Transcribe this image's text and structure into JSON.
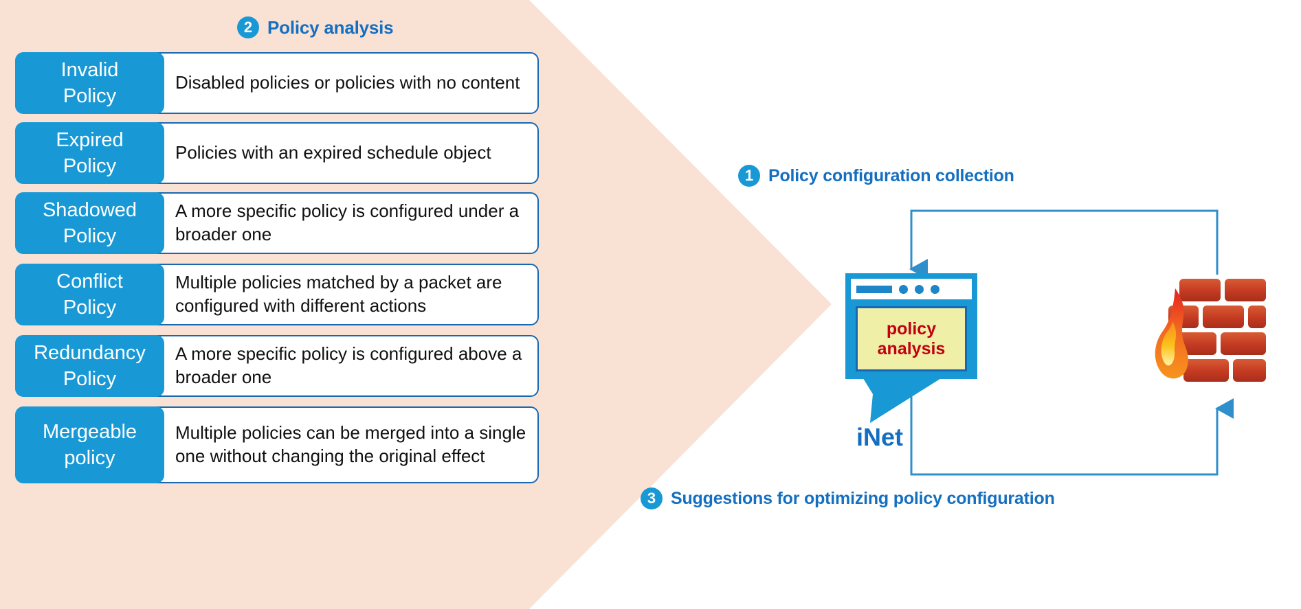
{
  "colors": {
    "background": "#ffffff",
    "peach_arrow": "#F9E1D4",
    "accent_blue": "#1899D6",
    "title_blue": "#146FC0",
    "card_border": "#1668B3",
    "screen_fill": "#EFEFA8",
    "screen_text_red": "#C10012",
    "brick_red": "#C43A22",
    "flame_orange": "#F58220",
    "body_text": "#101010"
  },
  "left_panel": {
    "step": {
      "number": "2",
      "title": "Policy analysis"
    },
    "policies": [
      {
        "tag": "Invalid\nPolicy",
        "description": "Disabled policies or policies with no content"
      },
      {
        "tag": "Expired\nPolicy",
        "description": "Policies with an expired schedule object"
      },
      {
        "tag": "Shadowed\nPolicy",
        "description": "A more specific policy is configured under a broader one"
      },
      {
        "tag": "Conflict\nPolicy",
        "description": "Multiple policies matched by a packet are configured with different actions"
      },
      {
        "tag": "Redundancy\nPolicy",
        "description": "A more specific policy is configured above a broader one"
      },
      {
        "tag": "Mergeable\npolicy",
        "description": "Multiple policies can be merged into a single one without changing the original effect"
      }
    ]
  },
  "right_panel": {
    "step_one": {
      "number": "1",
      "title": "Policy configuration collection"
    },
    "step_three": {
      "number": "3",
      "title": "Suggestions for optimizing policy configuration"
    },
    "server": {
      "screen_line_1": "policy",
      "screen_line_2": "analysis",
      "label": "iNet"
    },
    "firewall": {
      "name": "firewall"
    }
  }
}
